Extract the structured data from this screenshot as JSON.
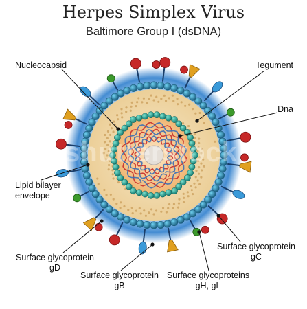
{
  "title": "Herpes Simplex Virus",
  "subtitle": "Baltimore Group I (dsDNA)",
  "watermark": "shutterstock",
  "labels": {
    "nucleocapsid": "Nucleocapsid",
    "tegument": "Tegument",
    "dna": "Dna",
    "lipid_line1": "Lipid bilayer",
    "lipid_line2": "envelope",
    "gd_line1": "Surface glycoprotein",
    "gd_line2": "gD",
    "gb_line1": "Surface glycoprotein",
    "gb_line2": "gB",
    "gh_line1": "Surface glycoproteins",
    "gh_line2": "gH, gL",
    "gc_line1": "Surface glycoprotein",
    "gc_line2": "gC"
  },
  "colors": {
    "halo": "#3a8fd6",
    "envelope_bead": "#2b8fb0",
    "envelope_bead_dark": "#1c5f7e",
    "tegument": "#f3dfb4",
    "capsid_bead": "#2ba59a",
    "capsid_core": "#f2c28a",
    "dna_red": "#c8302b",
    "dna_blue": "#3a6fb5",
    "glyco_red": "#c62828",
    "glyco_gold": "#e0a020",
    "glyco_blue": "#3a9ad9",
    "glyco_green": "#3c9a2c"
  }
}
